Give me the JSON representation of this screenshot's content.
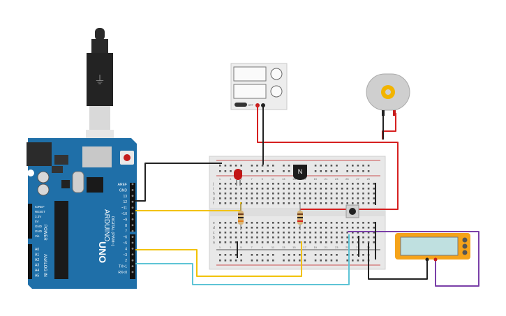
{
  "arduino": {
    "brand": "ARDUINO",
    "model": "UNO",
    "pin_labels_digital": [
      "AREF",
      "GND",
      "13",
      "12",
      "~11",
      "~10",
      "~9",
      "8",
      "7",
      "~6",
      "~5",
      "4",
      "~3",
      "2",
      "TX>1",
      "RX<0"
    ],
    "digital_header_label": "DIGITAL (PWM~)",
    "power_pins": [
      "IOREF",
      "RESET",
      "3.3V",
      "5V",
      "GND",
      "GND",
      "Vin"
    ],
    "power_label": "POWER",
    "analog_pins": [
      "A0",
      "A1",
      "A2",
      "A3",
      "A4",
      "A5"
    ],
    "analog_label": "ANALOG IN"
  },
  "power_supply": {
    "off_label": "OFF"
  },
  "transistor": {
    "label": "N"
  },
  "breadboard": {
    "column_numbers": [
      "1",
      "3",
      "5",
      "7",
      "9",
      "11",
      "13",
      "15",
      "17",
      "19",
      "21",
      "23",
      "25",
      "27",
      "29"
    ],
    "row_letters_top": [
      "j",
      "i",
      "h",
      "g",
      "f"
    ],
    "row_letters_bottom": [
      "e",
      "d",
      "c",
      "b",
      "a"
    ]
  },
  "colors": {
    "board_blue": "#1f6fa8",
    "wire_red": "#d62020",
    "wire_black": "#222222",
    "wire_yellow": "#f2c200",
    "wire_cyan": "#5ec4d6",
    "wire_purple": "#7a3fa8",
    "breadboard": "#e8e8e8",
    "led_red": "#c21515",
    "motor_gear": "#f2b400",
    "multimeter_body": "#f5a31a",
    "multimeter_screen": "#bfe0e0"
  }
}
